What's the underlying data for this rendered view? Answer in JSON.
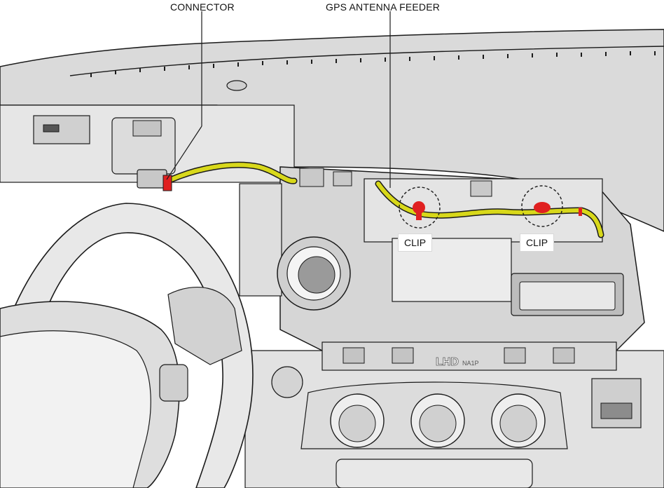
{
  "labels": {
    "connector": "CONNECTOR",
    "gps_feeder": "GPS ANTENNA FEEDER",
    "clip_left": "CLIP",
    "clip_right": "CLIP",
    "stamp": "LHD",
    "stamp_code": "NA1P"
  },
  "colors": {
    "line": "#1a1a1a",
    "panel_light": "#eaeaea",
    "panel_mid": "#cfcfcf",
    "panel_dark": "#9c9c9c",
    "harness": "#d8d81a",
    "highlight": "#e02020"
  }
}
